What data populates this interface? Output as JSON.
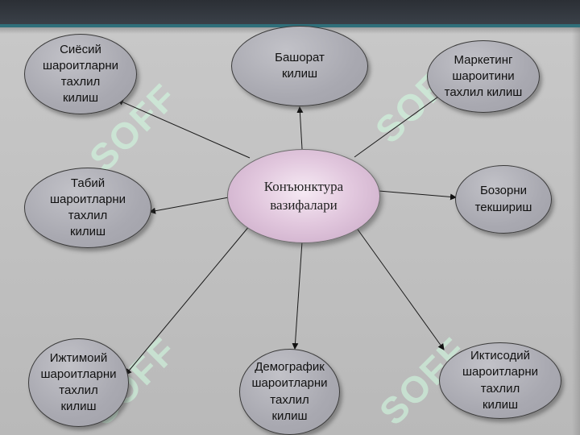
{
  "center": {
    "label": "Конъюнктура\nвазифалари"
  },
  "nodes": [
    {
      "id": "siyosiy",
      "label": "Сиёсий\nшароитларни\nтахлил\nкилиш"
    },
    {
      "id": "bashorat",
      "label": "Башорат\nкилиш"
    },
    {
      "id": "marketing",
      "label": "Маркетинг\nшароитини\nтахлил килиш"
    },
    {
      "id": "tabiiy",
      "label": "Табий\nшароитларни\nтахлил\nкилиш"
    },
    {
      "id": "bozor",
      "label": "Бозорни\nтекшириш"
    },
    {
      "id": "ijtimoiy",
      "label": "Ижтимоий\nшароитларни\nтахлил\nкилиш"
    },
    {
      "id": "demografik",
      "label": "Демографик\nшароитларни\nтахлил\nкилиш"
    },
    {
      "id": "iqtisodiy",
      "label": "Иктисодий\nшароитларни\nтахлил\nкилиш"
    }
  ],
  "watermark": "SOFF",
  "colors": {
    "topbar": "#2b2f35",
    "accent_line": "#2f6f7a",
    "node_fill": "#a9a9b1",
    "center_fill": "#e2c8de"
  }
}
